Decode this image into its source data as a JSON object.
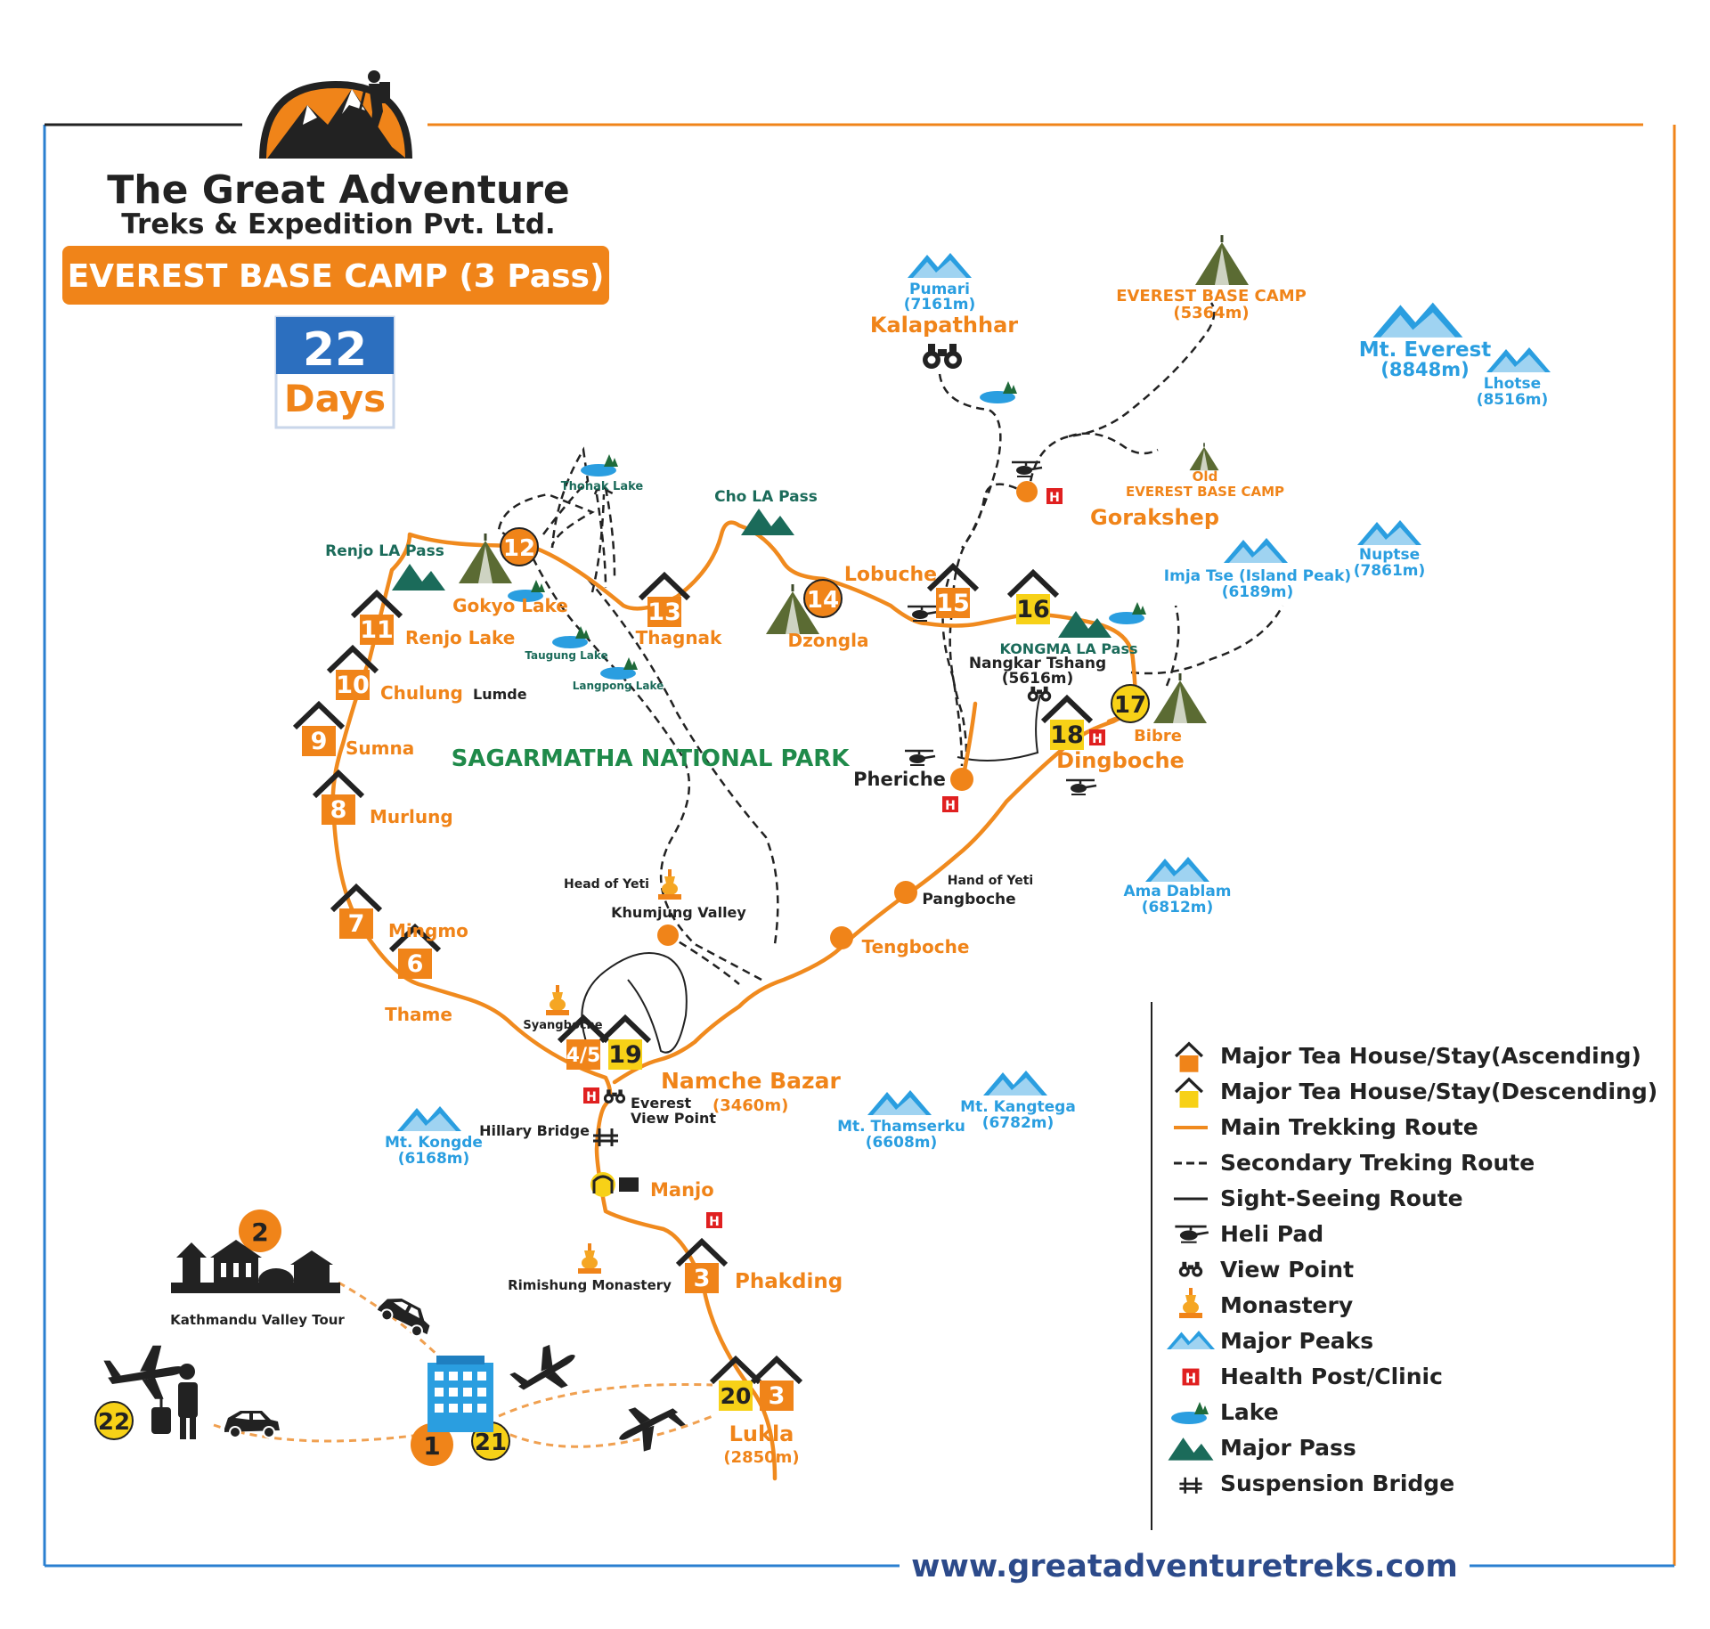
{
  "header": {
    "company_name": "The Great Adventure",
    "company_sub": "Treks & Expedition Pvt. Ltd.",
    "trip_title": "EVEREST BASE CAMP (3 Pass)",
    "days_number": "22",
    "days_label": "Days"
  },
  "footer": {
    "website": "www.greatadventuretreks.com"
  },
  "park_label": "SAGARMATHA NATIONAL PARK",
  "stops": [
    {
      "num": "1",
      "type": "circle",
      "color": "orange"
    },
    {
      "num": "2",
      "type": "circle",
      "color": "orange"
    },
    {
      "num": "3",
      "name": "Phakding",
      "type": "house-asc"
    },
    {
      "num": "4/5",
      "type": "house-asc"
    },
    {
      "num": "19",
      "type": "house-desc"
    },
    {
      "num": "6",
      "name": "Thame",
      "type": "house-asc"
    },
    {
      "num": "7",
      "name": "Mingmo",
      "type": "house-asc"
    },
    {
      "num": "8",
      "name": "Murlung",
      "type": "house-asc"
    },
    {
      "num": "9",
      "name": "Sumna",
      "type": "house-asc"
    },
    {
      "num": "10",
      "name": "Chulung",
      "type": "house-asc"
    },
    {
      "num": "11",
      "name": "Renjo Lake",
      "type": "house-asc"
    },
    {
      "num": "12",
      "name": "Gokyo Lake",
      "type": "circle",
      "color": "orange"
    },
    {
      "num": "13",
      "name": "Thagnak",
      "type": "house-asc"
    },
    {
      "num": "14",
      "name": "Dzongla",
      "type": "circle",
      "color": "orange"
    },
    {
      "num": "15",
      "name": "Lobuche",
      "type": "house-asc"
    },
    {
      "num": "16",
      "type": "house-desc"
    },
    {
      "num": "17",
      "name": "Bibre",
      "type": "circle",
      "color": "yellow"
    },
    {
      "num": "18",
      "name": "Dingboche",
      "type": "house-desc"
    },
    {
      "num": "20",
      "type": "house-desc"
    },
    {
      "num": "3",
      "type": "house-asc"
    },
    {
      "num": "21",
      "type": "circle",
      "color": "yellow"
    },
    {
      "num": "22",
      "type": "circle",
      "color": "yellow"
    }
  ],
  "places": {
    "namche": "Namche Bazar",
    "namche_alt": "(3460m)",
    "lukla": "Lukla",
    "lukla_alt": "(2850m)",
    "manjo": "Manjo",
    "gorakshep": "Gorakshep",
    "kalapathhar": "Kalapathhar",
    "pheriche": "Pheriche",
    "pangboche": "Pangboche",
    "tengboche": "Tengboche",
    "lumde": "Lumde",
    "khumjung": "Khumjung Valley",
    "head_of_yeti_1": "Head of Yeti",
    "hand_of_yeti": "Hand of Yeti",
    "syangboche": "Syangboche",
    "everest_view_1": "Everest",
    "everest_view_2": "View Point",
    "hillary_bridge": "Hillary Bridge",
    "rimishung": "Rimishung Monastery",
    "kathmandu": "Kathmandu Valley Tour",
    "nangkar_1": "Nangkar Tshang",
    "nangkar_2": "(5616m)",
    "ebc_1": "EVEREST BASE CAMP",
    "ebc_2": "(5364m)",
    "old_ebc_1": "Old",
    "old_ebc_2": "EVEREST BASE CAMP"
  },
  "passes": {
    "renjo": "Renjo LA Pass",
    "cho": "Cho LA Pass",
    "kongma": "KONGMA LA Pass"
  },
  "lakes": {
    "thonak": "Thonak Lake",
    "taugung": "Taugung Lake",
    "langpong": "Langpong Lake"
  },
  "peaks": [
    {
      "name": "Pumari",
      "alt": "(7161m)"
    },
    {
      "name": "Mt. Everest",
      "alt": "(8848m)"
    },
    {
      "name": "Lhotse",
      "alt": "(8516m)"
    },
    {
      "name": "Nuptse",
      "alt": "(7861m)"
    },
    {
      "name": "Imja Tse (Island Peak)",
      "alt": "(6189m)"
    },
    {
      "name": "Ama Dablam",
      "alt": "(6812m)"
    },
    {
      "name": "Mt. Kangtega",
      "alt": "(6782m)"
    },
    {
      "name": "Mt. Thamserku",
      "alt": "(6608m)"
    },
    {
      "name": "Mt. Kongde",
      "alt": "(6168m)"
    }
  ],
  "legend": [
    {
      "icon": "house-asc-icon",
      "label": "Major Tea House/Stay(Ascending)"
    },
    {
      "icon": "house-desc-icon",
      "label": "Major Tea House/Stay(Descending)"
    },
    {
      "icon": "main-route-icon",
      "label": "Main Trekking Route"
    },
    {
      "icon": "secondary-route-icon",
      "label": "Secondary Treking Route"
    },
    {
      "icon": "sightseeing-route-icon",
      "label": "Sight-Seeing Route"
    },
    {
      "icon": "helicopter-icon",
      "label": "Heli Pad"
    },
    {
      "icon": "binoculars-icon",
      "label": "View Point"
    },
    {
      "icon": "monastery-icon",
      "label": "Monastery"
    },
    {
      "icon": "mountain-icon",
      "label": "Major Peaks"
    },
    {
      "icon": "health-post-icon",
      "label": "Health Post/Clinic"
    },
    {
      "icon": "lake-icon",
      "label": "Lake"
    },
    {
      "icon": "pass-icon",
      "label": "Major Pass"
    },
    {
      "icon": "bridge-icon",
      "label": "Suspension Bridge"
    }
  ],
  "colors": {
    "orange": "#f08419",
    "yellow": "#f7d117",
    "blue": "#2a9ee0",
    "navy": "#2c4a8a",
    "dark": "#222222",
    "green": "#1f8a4a"
  }
}
